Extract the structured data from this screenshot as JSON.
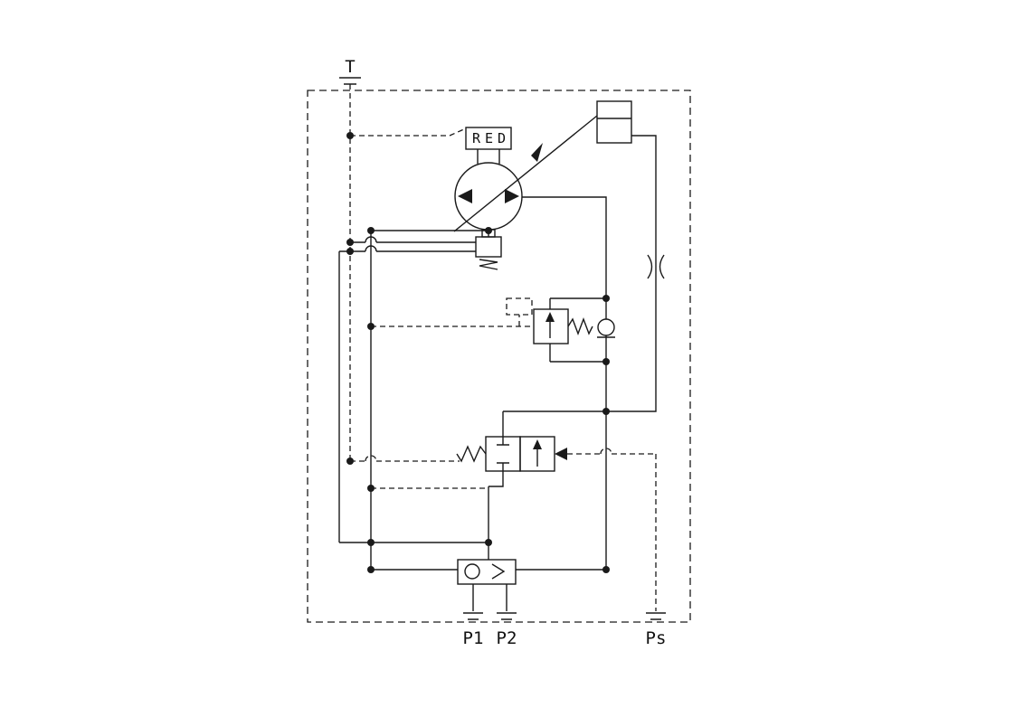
{
  "diagram": {
    "type": "hydraulic-schematic",
    "background": "#ffffff",
    "line_color": "#1a1a1a",
    "port_labels": {
      "tank": "T",
      "p1": "P1",
      "p2": "P2",
      "ps": "Ps"
    },
    "component_labels": {
      "displacement_control": "RED"
    }
  }
}
